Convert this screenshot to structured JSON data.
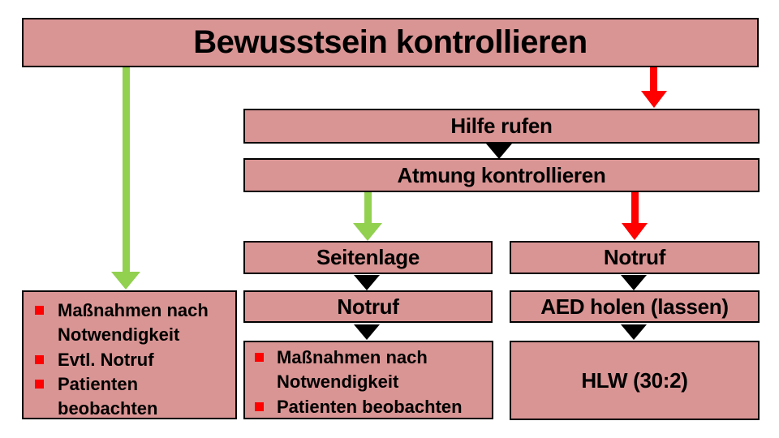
{
  "colors": {
    "box_fill": "#D99594",
    "box_border": "#000000",
    "arrow_green": "#92D050",
    "arrow_red": "#FF0000",
    "connector_black": "#000000",
    "bullet_red": "#FF0000",
    "text": "#000000",
    "background": "#FFFFFF"
  },
  "diagram_type": "first-aid flowchart",
  "nodes": {
    "bewusstsein": {
      "label": "Bewusstsein kontrollieren"
    },
    "hilfe_rufen": {
      "label": "Hilfe rufen"
    },
    "atmung": {
      "label": "Atmung kontrollieren"
    },
    "seitenlage": {
      "label": "Seitenlage"
    },
    "notruf_mitte": {
      "label": "Notruf"
    },
    "notruf_rechts": {
      "label": "Notruf"
    },
    "aed_holen": {
      "label": "AED holen (lassen)"
    },
    "hlw": {
      "label": "HLW (30:2)"
    },
    "massnahmen_links": {
      "items": [
        "Maßnahmen nach Notwendigkeit",
        "Evtl. Notruf",
        "Patienten beobachten"
      ]
    },
    "massnahmen_mitte": {
      "items": [
        "Maßnahmen nach Notwendigkeit",
        "Patienten beobachten"
      ]
    }
  }
}
